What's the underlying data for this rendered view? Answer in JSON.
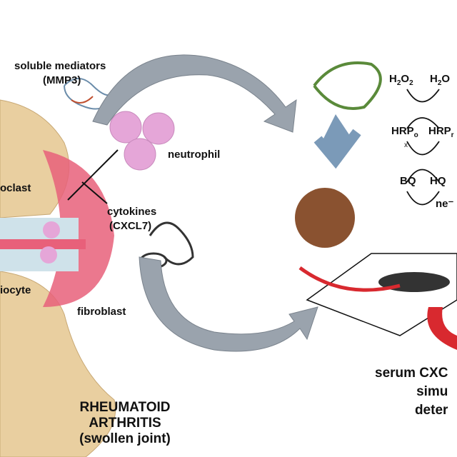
{
  "labels": {
    "mediators": "soluble mediators",
    "mediators_sub": "(MMP3)",
    "neutrophil": "neutrophil",
    "osteoclast": "oclast",
    "cytokines": "cytokines",
    "cytokines_sub": "(CXCL7)",
    "chondrocyte": "iocyte",
    "fibroblast": "fibroblast",
    "title_line1": "RHEUMATOID",
    "title_line2": "ARTHRITIS",
    "title_line3": "(swollen joint)",
    "serum_line1": "serum CXC",
    "serum_line2": "simu",
    "serum_line3": "deter"
  },
  "scheme": {
    "h2o2": "H",
    "h2o2_sub1": "2",
    "h2o2_o": "O",
    "h2o2_sub2": "2",
    "h2o": "H",
    "h2o_sub": "2",
    "h2o_o": "O",
    "hrpo": "HRP",
    "hrpo_sub": "o",
    "hrpr": "HRP",
    "hrpr_sub": "r",
    "bq": "BQ",
    "hq": "HQ",
    "electron": "ne⁻",
    "x_mark": "x"
  },
  "colors": {
    "arrow_gray": "#9aa3ad",
    "bone": "#e9cfa0",
    "inflamed": "#e8607a",
    "neutrophil": "#e5a6d8",
    "particle": "#8a5230",
    "magnet_red": "#d8292f"
  }
}
